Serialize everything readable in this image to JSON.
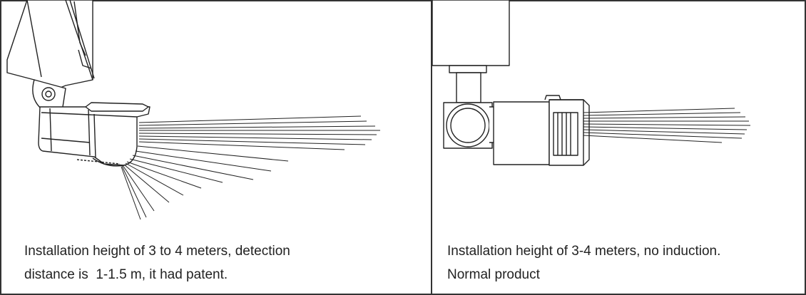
{
  "panels": [
    {
      "caption_lines": [
        "Installation height of 3 to 4 meters, detection",
        "distance is  1-1.5 m, it had patent."
      ]
    },
    {
      "caption_lines": [
        "Installation height of 3-4 meters, no induction.",
        "Normal product"
      ]
    }
  ],
  "colors": {
    "line": "#222222",
    "border": "#333333",
    "background": "#ffffff"
  }
}
